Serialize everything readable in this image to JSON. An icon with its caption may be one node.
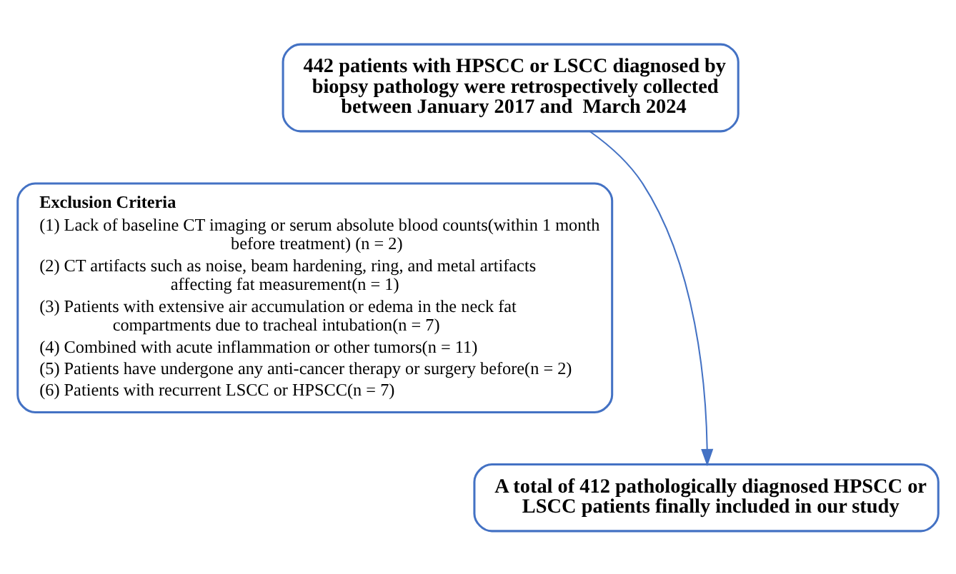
{
  "diagram": {
    "nodes": [
      {
        "text": [
          "442 patients with HPSCC or LSCC diagnosed by biopsy pathology were retrospectively collected between January 2017 and  March 2024"
        ]
      },
      {
        "text": [
          "Exclusion Criteria",
          "(1) Lack of baseline CT imaging or serum absolute blood counts(within 1 month before treatment) (n = 2)",
          "(2) CT artifacts such as noise, beam hardening, ring, and metal artifacts affecting fat measurement(n = 1)",
          "(3) Patients with extensive air accumulation or edema in the neck fat compartments due to tracheal intubation(n = 7)",
          "(4) Combined with acute inflammation or other tumors(n = 11)",
          "(5) Patients have undergone any anti-cancer therapy or surgery before(n = 2)",
          "(6) Patients with recurrent LSCC or HPSCC(n = 7)"
        ]
      },
      {
        "text": [
          "A total of 412 pathologically diagnosed HPSCC or LSCC patients finally included in our study"
        ]
      }
    ],
    "edges": [
      {
        "from": 0,
        "to": 2,
        "arrow": "to"
      }
    ]
  }
}
